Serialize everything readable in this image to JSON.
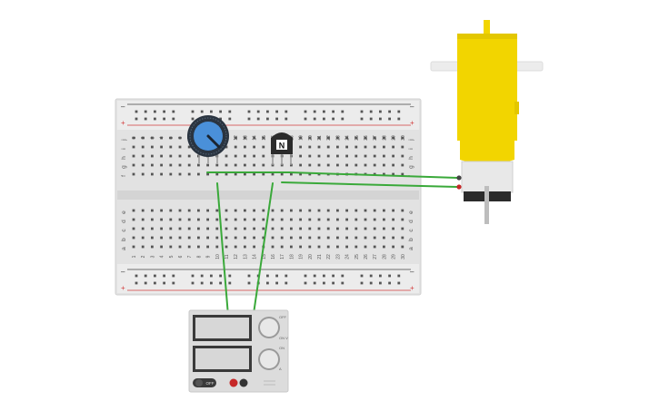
{
  "breadboard": {
    "columns": [
      1,
      2,
      3,
      4,
      5,
      6,
      7,
      8,
      9,
      10,
      11,
      12,
      13,
      14,
      15,
      16,
      17,
      18,
      19,
      20,
      21,
      22,
      23,
      24,
      25,
      26,
      27,
      28,
      29,
      30
    ],
    "row_letters_top": [
      "j",
      "i",
      "h",
      "g",
      "f"
    ],
    "row_letters_bottom": [
      "e",
      "d",
      "c",
      "b",
      "a"
    ],
    "rail_plus": "+",
    "rail_minus": "–"
  },
  "transistor": {
    "label": "N"
  },
  "power_supply": {
    "switch_label": "OFF",
    "knob1_labels": [
      "OFF",
      "ON V"
    ],
    "knob2_labels": [
      "ON",
      "A"
    ]
  },
  "colors": {
    "wire": "#3aa93a",
    "plus_rail": "#d33b3b",
    "minus_rail": "#333333",
    "board": "#e2e2e2",
    "motor": "#f2d500",
    "pot_dial": "#4a90d9"
  },
  "icons": [
    "potentiometer-icon",
    "npn-transistor-icon",
    "dc-motor-icon",
    "power-supply-icon"
  ]
}
